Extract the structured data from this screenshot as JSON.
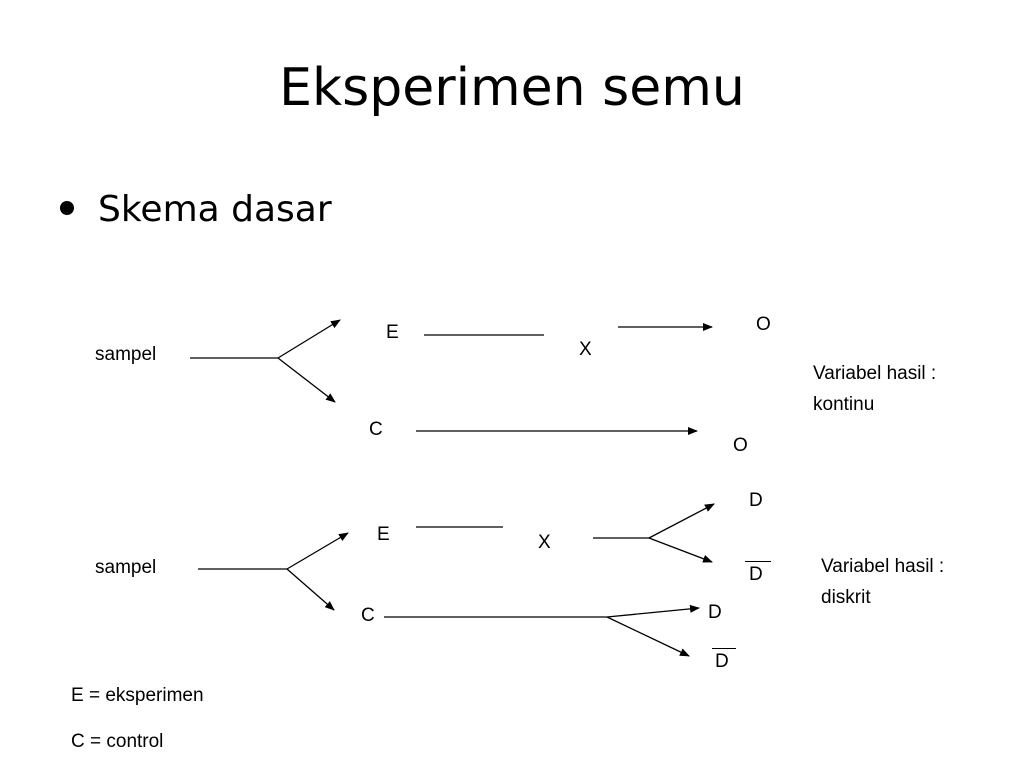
{
  "title": "Eksperimen semu",
  "bullet": "Skema dasar",
  "diagram_top": {
    "sample_label": "sampel",
    "exp_label": "E",
    "control_label": "C",
    "treatment_label": "X",
    "outcome_exp": "O",
    "outcome_control": "O",
    "result_note_line1": "Variabel hasil :",
    "result_note_line2": "kontinu"
  },
  "diagram_bottom": {
    "sample_label": "sampel",
    "exp_label": "E",
    "control_label": "C",
    "treatment_label": "X",
    "exp_outcome_d": "D",
    "exp_outcome_dbar": "D",
    "control_outcome_d": "D",
    "control_outcome_dbar": "D",
    "result_note_line1": "Variabel hasil :",
    "result_note_line2": "diskrit"
  },
  "legend": {
    "e_def": "E = eksperimen",
    "c_def": "C = control"
  }
}
